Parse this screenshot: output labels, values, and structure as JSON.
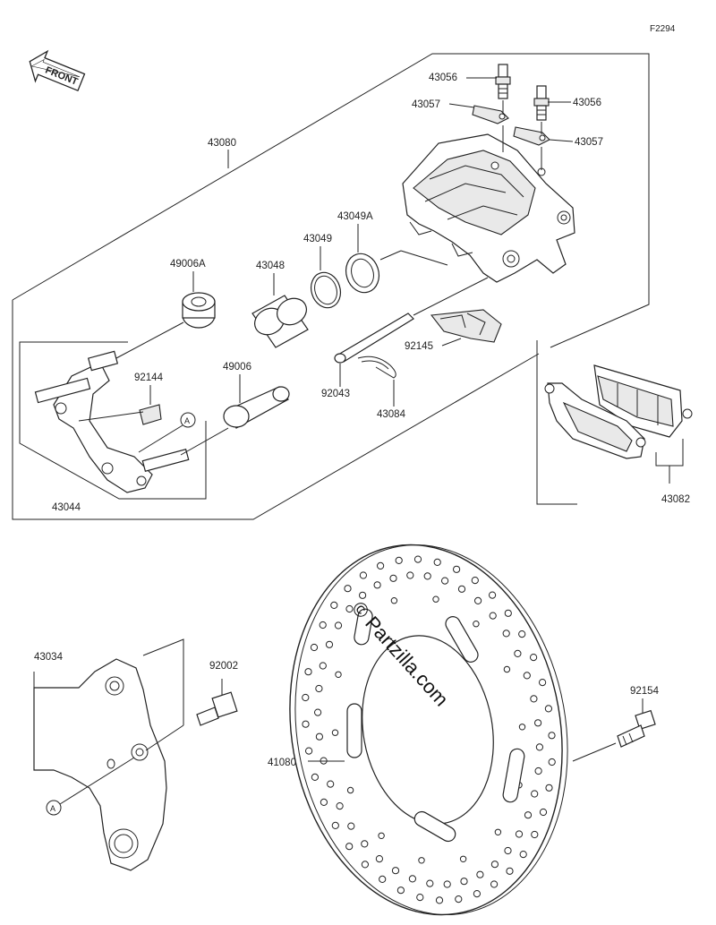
{
  "figure_code": "F2294",
  "front_label": "FRONT",
  "watermark": "© Partzilla.com",
  "callout_letter": "A",
  "labels": {
    "p43056a": "43056",
    "p43056b": "43056",
    "p43057a": "43057",
    "p43057b": "43057",
    "p43080": "43080",
    "p43049A": "43049A",
    "p43049": "43049",
    "p43048": "43048",
    "p49006A": "49006A",
    "p92144": "92144",
    "p49006": "49006",
    "p92145": "92145",
    "p92043": "92043",
    "p43084": "43084",
    "p43044": "43044",
    "p43082": "43082",
    "p43034": "43034",
    "p92002": "92002",
    "p92154": "92154",
    "p41080": "41080"
  }
}
